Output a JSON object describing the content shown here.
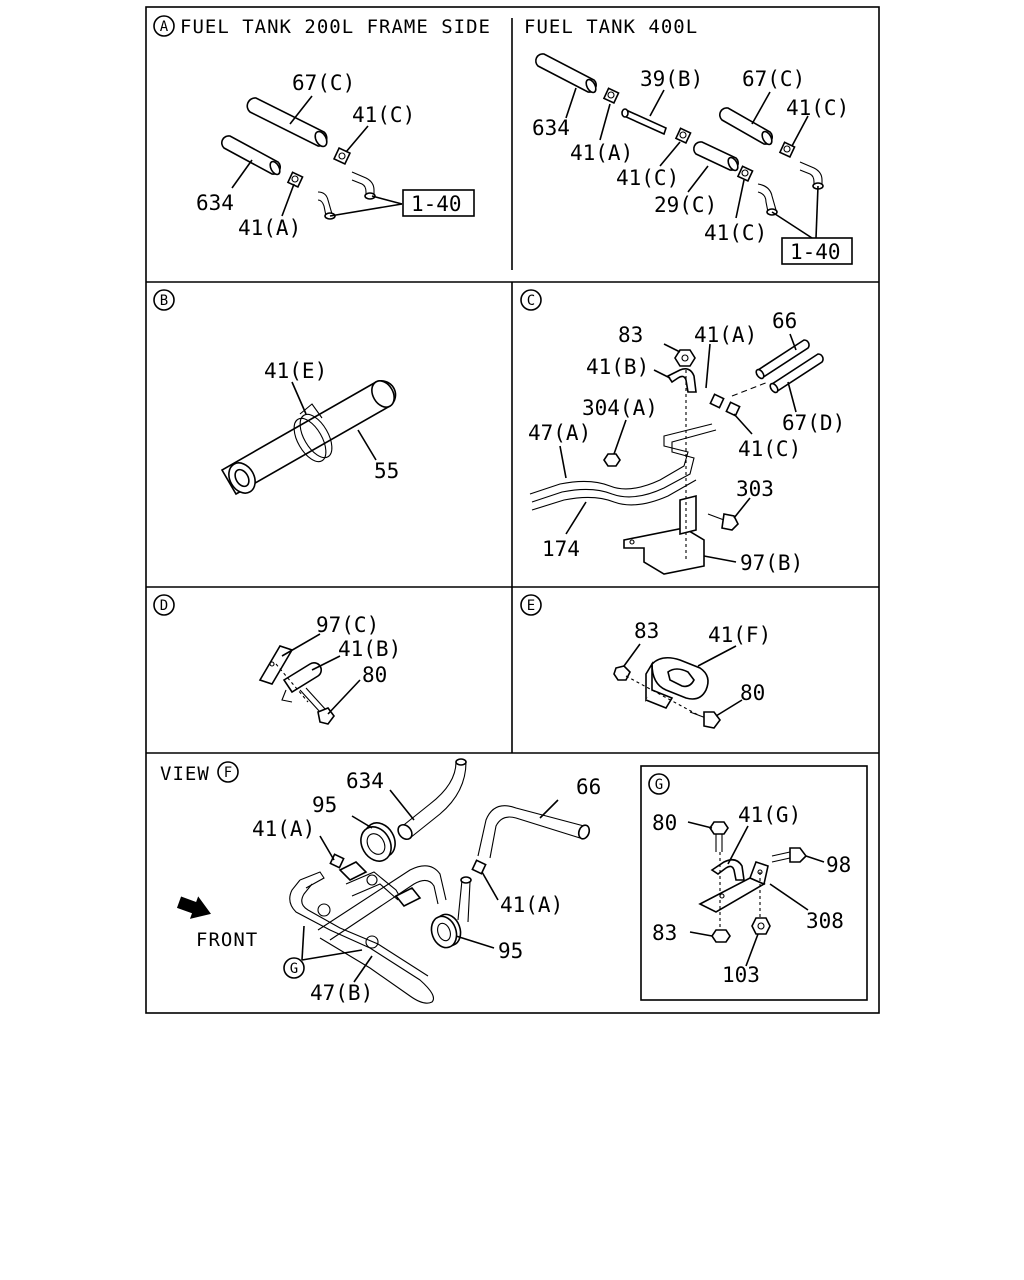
{
  "panels": {
    "A": {
      "circle": "A",
      "title": "FUEL TANK 200L FRAME SIDE",
      "labels": {
        "p67c": "67(C)",
        "p41c": "41(C)",
        "p634": "634",
        "p41a": "41(A)",
        "p140": "1-40"
      }
    },
    "A2": {
      "title": "FUEL TANK 400L",
      "labels": {
        "p634": "634",
        "p41a": "41(A)",
        "p39b": "39(B)",
        "p41c1": "41(C)",
        "p67c": "67(C)",
        "p41c2": "41(C)",
        "p29c": "29(C)",
        "p41c3": "41(C)",
        "p140": "1-40"
      }
    },
    "B": {
      "circle": "B",
      "labels": {
        "p41e": "41(E)",
        "p55": "55"
      }
    },
    "C": {
      "circle": "C",
      "labels": {
        "p83": "83",
        "p41a": "41(A)",
        "p66": "66",
        "p41b": "41(B)",
        "p304a": "304(A)",
        "p47a": "47(A)",
        "p67d": "67(D)",
        "p41c": "41(C)",
        "p303": "303",
        "p174": "174",
        "p97b": "97(B)"
      }
    },
    "D": {
      "circle": "D",
      "labels": {
        "p97c": "97(C)",
        "p41b": "41(B)",
        "p80": "80"
      }
    },
    "E": {
      "circle": "E",
      "labels": {
        "p83": "83",
        "p41f": "41(F)",
        "p80": "80"
      }
    },
    "F": {
      "view_text": "VIEW",
      "circle": "F",
      "front": "FRONT",
      "labels": {
        "p634": "634",
        "p66": "66",
        "p95a": "95",
        "p41a1": "41(A)",
        "p41a2": "41(A)",
        "p95b": "95",
        "pG": "G",
        "p47b": "47(B)"
      }
    },
    "G": {
      "circle": "G",
      "labels": {
        "p80": "80",
        "p41g": "41(G)",
        "p98": "98",
        "p308": "308",
        "p83": "83",
        "p103": "103"
      }
    }
  }
}
